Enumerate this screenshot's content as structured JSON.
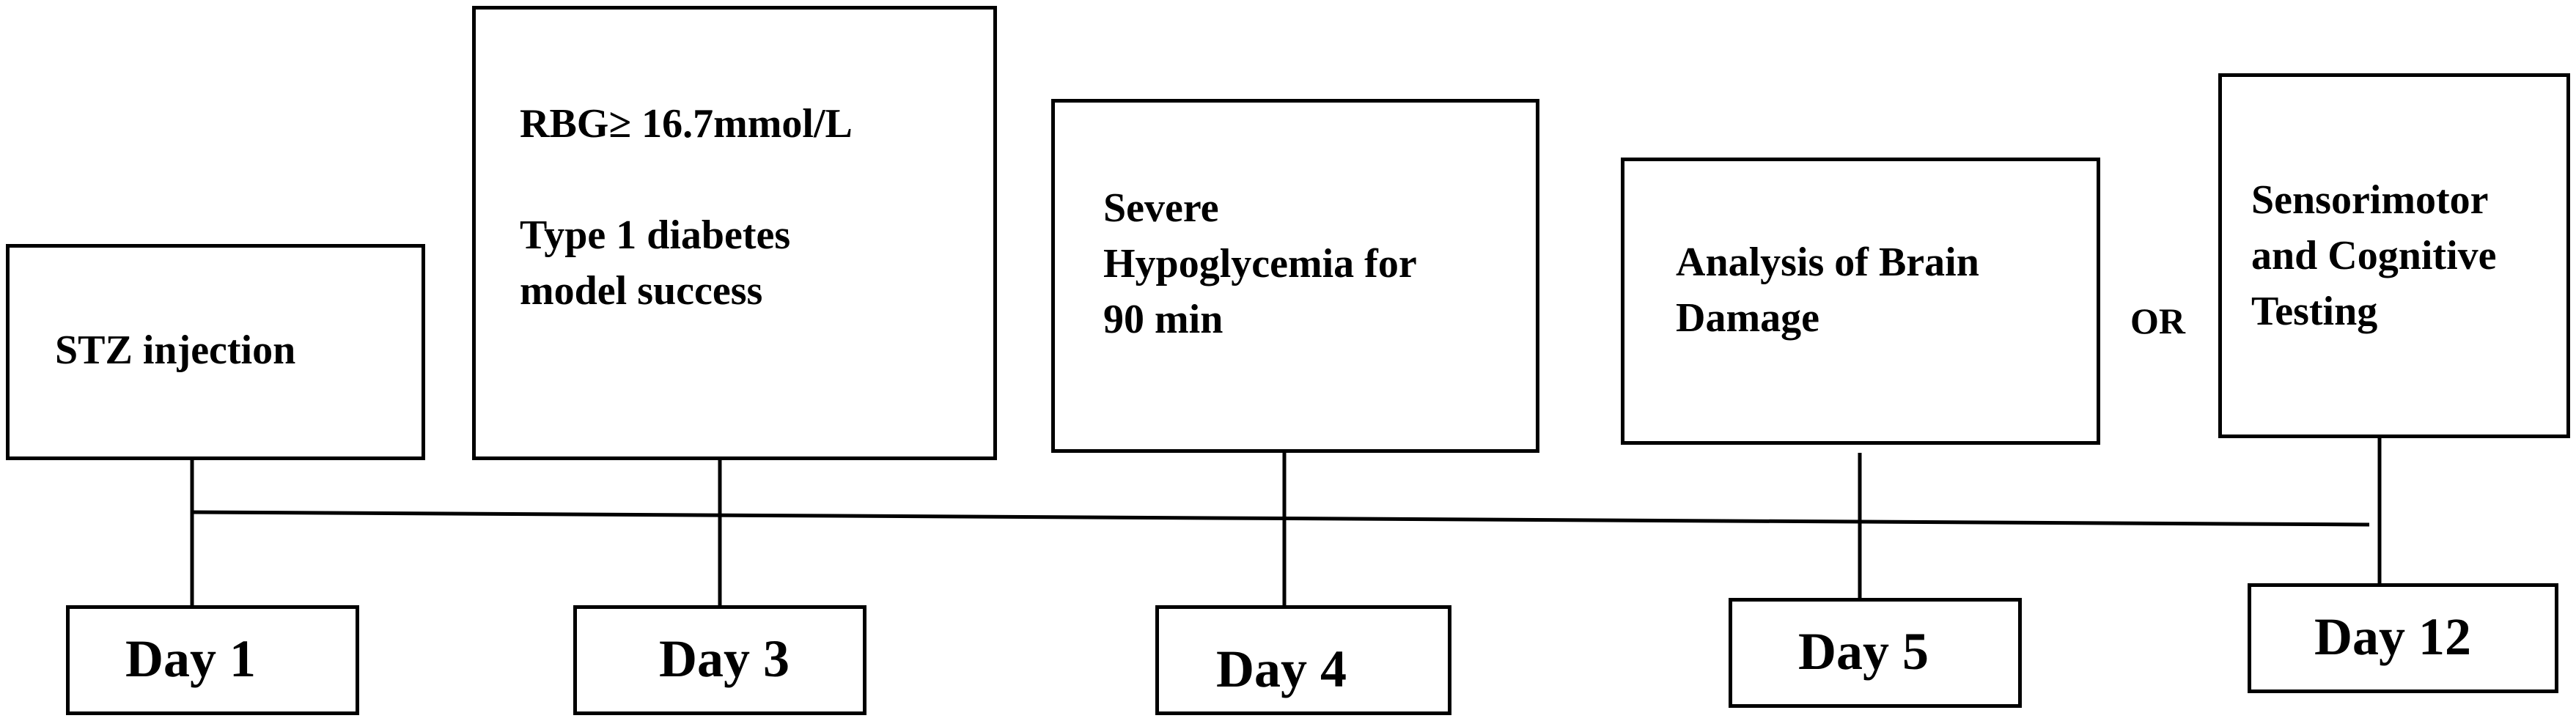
{
  "events": [
    {
      "id": "stz",
      "lines": [
        "STZ injection"
      ],
      "day": "Day 1"
    },
    {
      "id": "model",
      "lines": [
        "RBG≥ 16.7mmol/L",
        "",
        "Type 1 diabetes",
        "model success"
      ],
      "day": "Day 3"
    },
    {
      "id": "hypo",
      "lines": [
        "Severe",
        "Hypoglycemia for",
        "90 min"
      ],
      "day": "Day 4"
    },
    {
      "id": "brain",
      "lines": [
        "Analysis of Brain",
        "Damage"
      ],
      "day": "Day 5"
    },
    {
      "id": "testing",
      "lines": [
        "Sensorimotor",
        "and Cognitive",
        "Testing"
      ],
      "day": "Day 12"
    }
  ],
  "connector": "OR"
}
